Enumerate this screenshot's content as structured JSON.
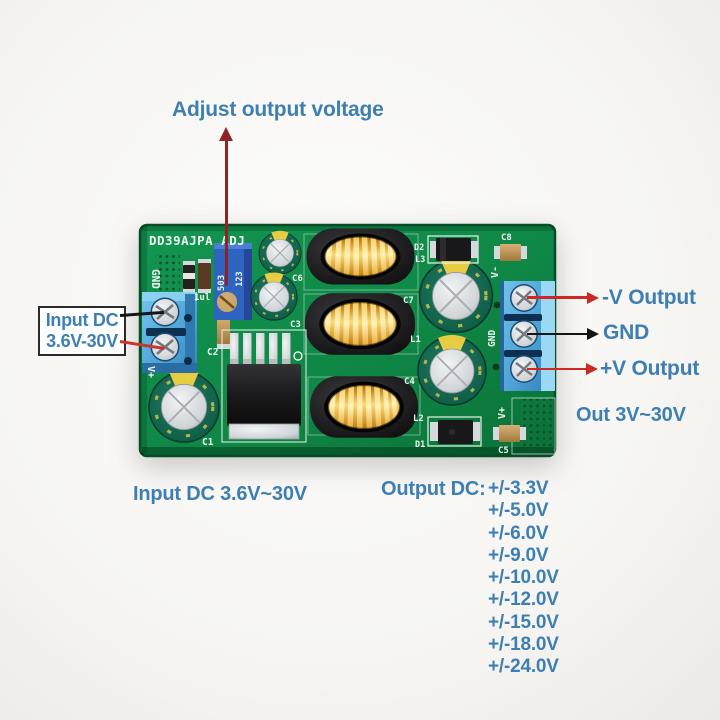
{
  "annotations": {
    "adjust_label": "Adjust output voltage",
    "input_box_line1": "Input DC",
    "input_box_line2": "3.6V-30V",
    "neg_output": "-V Output",
    "gnd": "GND",
    "pos_output": "+V Output",
    "out_range": "Out 3V~30V",
    "input_range": "Input DC 3.6V~30V",
    "output_dc_label": "Output DC:",
    "output_voltages": [
      "+/-3.3V",
      "+/-5.0V",
      "+/-6.0V",
      "+/-9.0V",
      "+/-10.0V",
      "+/-12.0V",
      "+/-15.0V",
      "+/-18.0V",
      "+/-24.0V"
    ]
  },
  "board": {
    "model": "DD39AJPA ADJ",
    "silkscreen": {
      "gnd_left": "GND",
      "v_plus_left": "V+",
      "r_1uf": "1ul",
      "c1": "C1",
      "c2": "C2",
      "c3": "C3",
      "c4": "C4",
      "c5": "C5",
      "c6": "C6",
      "c7": "C7",
      "c8": "C8",
      "l1": "L1",
      "l2": "L2",
      "l3": "L3",
      "d1": "D1",
      "d2": "D2",
      "v_minus": "V-",
      "gnd_right": "GND",
      "v_plus_right": "V+",
      "trimmer_code": "503",
      "trimmer_code2": "123",
      "pkg_mark": "O"
    }
  },
  "colors": {
    "annotation_blue": "#3e7fb3",
    "arrow_red": "#cb2a24",
    "arrow_maroon": "#8e2424",
    "arrow_black": "#141414",
    "pcb_green": "#108c4a",
    "terminal_blue": "#4da3d6",
    "winding_gold": "#f2b32a"
  }
}
